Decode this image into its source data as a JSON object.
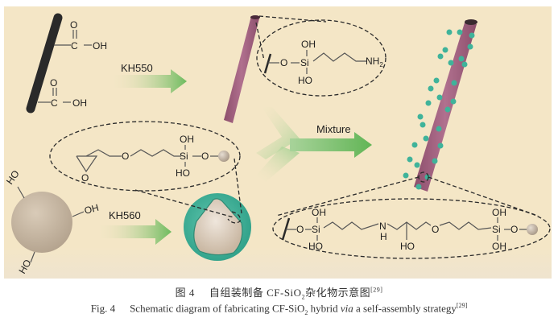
{
  "figure": {
    "background_color": "#f4e6c6",
    "arrow_color": "#6dbb5e",
    "fiber_colors": {
      "raw_cf": "#2a2a2a",
      "modified_cf": "#a0627f",
      "nanoparticle": "#3fb39a",
      "silica": "#c8b8a3"
    },
    "step1": {
      "reagent_label": "KH550",
      "raw_fiber_groups": [
        {
          "carbonyl_o": "O",
          "carbon": "C",
          "hydroxyl": "OH"
        },
        {
          "carbonyl_o": "O",
          "carbon": "C",
          "hydroxyl": "OH"
        }
      ],
      "inset": {
        "si": "Si",
        "o_link": "O",
        "oh_top": "OH",
        "oh_bottom": "HO",
        "amine": "NH",
        "amine_sub": "2"
      }
    },
    "step2": {
      "reagent_label": "KH560",
      "silica_groups": [
        "HO",
        "OH",
        "HO"
      ],
      "inset": {
        "epoxide_o": "O",
        "ether_o": "O",
        "si": "Si",
        "o_link": "O",
        "oh_top": "OH",
        "oh_bottom": "HO"
      }
    },
    "step3": {
      "reagent_label": "Mixture",
      "inset": {
        "o_left": "O",
        "si_left": "Si",
        "oh_left_top": "OH",
        "oh_left_bottom": "HO",
        "n": "N",
        "h": "H",
        "oh_mid": "HO",
        "ether_o": "O",
        "si_right": "Si",
        "o_right": "O",
        "oh_right_top": "OH",
        "oh_right_bottom": "OH"
      }
    }
  },
  "caption": {
    "cn_prefix": "图 4",
    "cn_text": "自组装制备 CF-SiO",
    "cn_sub": "2",
    "cn_suffix": "杂化物示意图",
    "cn_ref": "[29]",
    "en_prefix": "Fig. 4",
    "en_text_1": "Schematic diagram of fabricating CF-SiO",
    "en_sub": "2",
    "en_text_2": " hybrid ",
    "en_italic": "via",
    "en_text_3": " a self-assembly strategy",
    "en_ref": "[29]"
  }
}
